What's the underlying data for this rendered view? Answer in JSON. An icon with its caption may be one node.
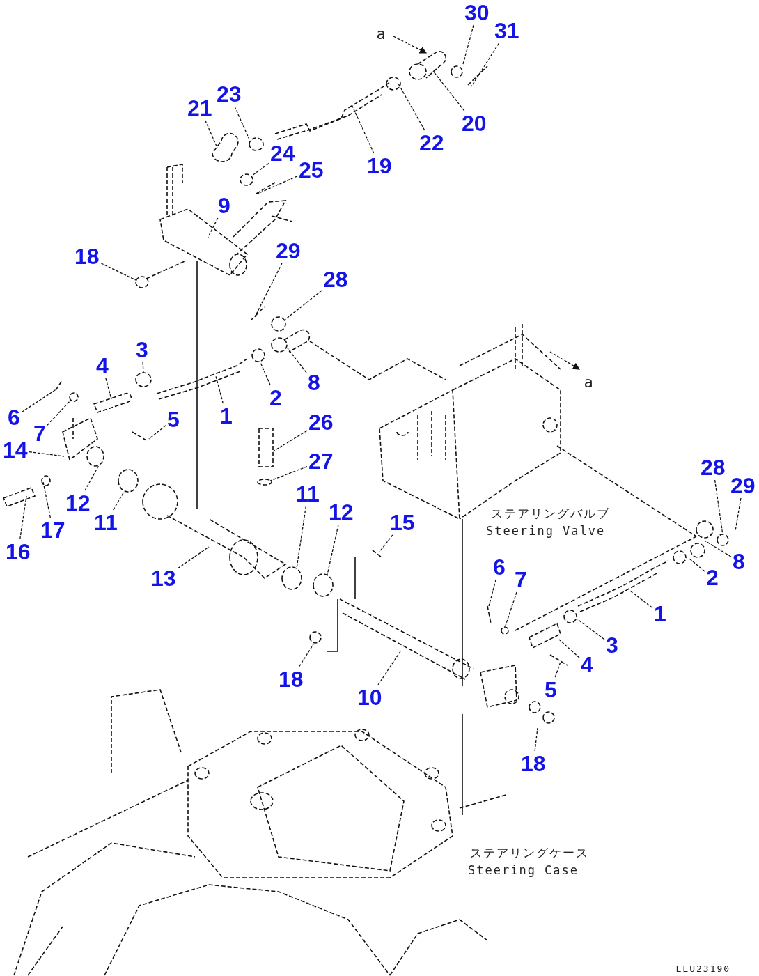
{
  "diagram": {
    "nodes": [
      {
        "text": [
          "30"
        ]
      },
      {
        "text": [
          "31"
        ]
      },
      {
        "text": [
          "21"
        ]
      },
      {
        "text": [
          "23"
        ]
      },
      {
        "text": [
          "20"
        ]
      },
      {
        "text": [
          "22"
        ]
      },
      {
        "text": [
          "24"
        ]
      },
      {
        "text": [
          "25"
        ]
      },
      {
        "text": [
          "19"
        ]
      },
      {
        "text": [
          "9"
        ]
      },
      {
        "text": [
          "18"
        ]
      },
      {
        "text": [
          "29"
        ]
      },
      {
        "text": [
          "28"
        ]
      },
      {
        "text": [
          "4"
        ]
      },
      {
        "text": [
          "3"
        ]
      },
      {
        "text": [
          "8"
        ]
      },
      {
        "text": [
          "2"
        ]
      },
      {
        "text": [
          "1"
        ]
      },
      {
        "text": [
          "6"
        ]
      },
      {
        "text": [
          "7"
        ]
      },
      {
        "text": [
          "5"
        ]
      },
      {
        "text": [
          "14"
        ]
      },
      {
        "text": [
          "26"
        ]
      },
      {
        "text": [
          "27"
        ]
      },
      {
        "text": [
          "12"
        ]
      },
      {
        "text": [
          "11"
        ]
      },
      {
        "text": [
          "11"
        ]
      },
      {
        "text": [
          "12"
        ]
      },
      {
        "text": [
          "16"
        ]
      },
      {
        "text": [
          "17"
        ]
      },
      {
        "text": [
          "13"
        ]
      },
      {
        "text": [
          "15"
        ]
      },
      {
        "text": [
          "28"
        ]
      },
      {
        "text": [
          "29"
        ]
      },
      {
        "text": [
          "8"
        ]
      },
      {
        "text": [
          "2"
        ]
      },
      {
        "text": [
          "1"
        ]
      },
      {
        "text": [
          "6"
        ]
      },
      {
        "text": [
          "7"
        ]
      },
      {
        "text": [
          "3"
        ]
      },
      {
        "text": [
          "4"
        ]
      },
      {
        "text": [
          "5"
        ]
      },
      {
        "text": [
          "18"
        ]
      },
      {
        "text": [
          "10"
        ]
      },
      {
        "text": [
          "18"
        ]
      }
    ],
    "edges": [
      {
        "from": 0,
        "to": null,
        "arrow": "none"
      },
      {
        "from": 1,
        "to": null,
        "arrow": "none"
      },
      {
        "from": 2,
        "to": null,
        "arrow": "none"
      },
      {
        "from": 3,
        "to": null,
        "arrow": "none"
      },
      {
        "from": 4,
        "to": null,
        "arrow": "none"
      },
      {
        "from": 5,
        "to": null,
        "arrow": "none"
      },
      {
        "from": 6,
        "to": null,
        "arrow": "none"
      },
      {
        "from": 7,
        "to": null,
        "arrow": "none"
      },
      {
        "from": 8,
        "to": null,
        "arrow": "none"
      },
      {
        "from": 9,
        "to": null,
        "arrow": "none"
      },
      {
        "from": 10,
        "to": null,
        "arrow": "none"
      },
      {
        "from": 11,
        "to": null,
        "arrow": "none"
      },
      {
        "from": 12,
        "to": null,
        "arrow": "none"
      },
      {
        "from": 13,
        "to": null,
        "arrow": "none"
      },
      {
        "from": 14,
        "to": null,
        "arrow": "none"
      },
      {
        "from": 15,
        "to": null,
        "arrow": "none"
      },
      {
        "from": 16,
        "to": null,
        "arrow": "none"
      },
      {
        "from": 17,
        "to": null,
        "arrow": "none"
      },
      {
        "from": 18,
        "to": null,
        "arrow": "none"
      },
      {
        "from": 19,
        "to": null,
        "arrow": "none"
      },
      {
        "from": 20,
        "to": null,
        "arrow": "none"
      },
      {
        "from": 21,
        "to": null,
        "arrow": "none"
      },
      {
        "from": 22,
        "to": null,
        "arrow": "none"
      },
      {
        "from": 23,
        "to": null,
        "arrow": "none"
      },
      {
        "from": 24,
        "to": null,
        "arrow": "none"
      },
      {
        "from": 25,
        "to": null,
        "arrow": "none"
      },
      {
        "from": 26,
        "to": null,
        "arrow": "none"
      },
      {
        "from": 27,
        "to": null,
        "arrow": "none"
      },
      {
        "from": 28,
        "to": null,
        "arrow": "none"
      },
      {
        "from": 29,
        "to": null,
        "arrow": "none"
      },
      {
        "from": 30,
        "to": null,
        "arrow": "none"
      },
      {
        "from": 31,
        "to": null,
        "arrow": "none"
      },
      {
        "from": 32,
        "to": null,
        "arrow": "none"
      },
      {
        "from": 33,
        "to": null,
        "arrow": "none"
      },
      {
        "from": 34,
        "to": null,
        "arrow": "none"
      },
      {
        "from": 35,
        "to": null,
        "arrow": "none"
      },
      {
        "from": 36,
        "to": null,
        "arrow": "none"
      },
      {
        "from": 37,
        "to": null,
        "arrow": "none"
      },
      {
        "from": 38,
        "to": null,
        "arrow": "none"
      },
      {
        "from": 39,
        "to": null,
        "arrow": "none"
      },
      {
        "from": 40,
        "to": null,
        "arrow": "none"
      },
      {
        "from": 41,
        "to": null,
        "arrow": "none"
      },
      {
        "from": 42,
        "to": null,
        "arrow": "none"
      },
      {
        "from": 43,
        "to": null,
        "arrow": "none"
      },
      {
        "from": 44,
        "to": null,
        "arrow": "none"
      }
    ],
    "labels": [
      "a",
      "a",
      "ステアリングバルブ",
      "Steering Valve",
      "ステアリングケース",
      "Steering Case",
      "LLU23190"
    ]
  }
}
